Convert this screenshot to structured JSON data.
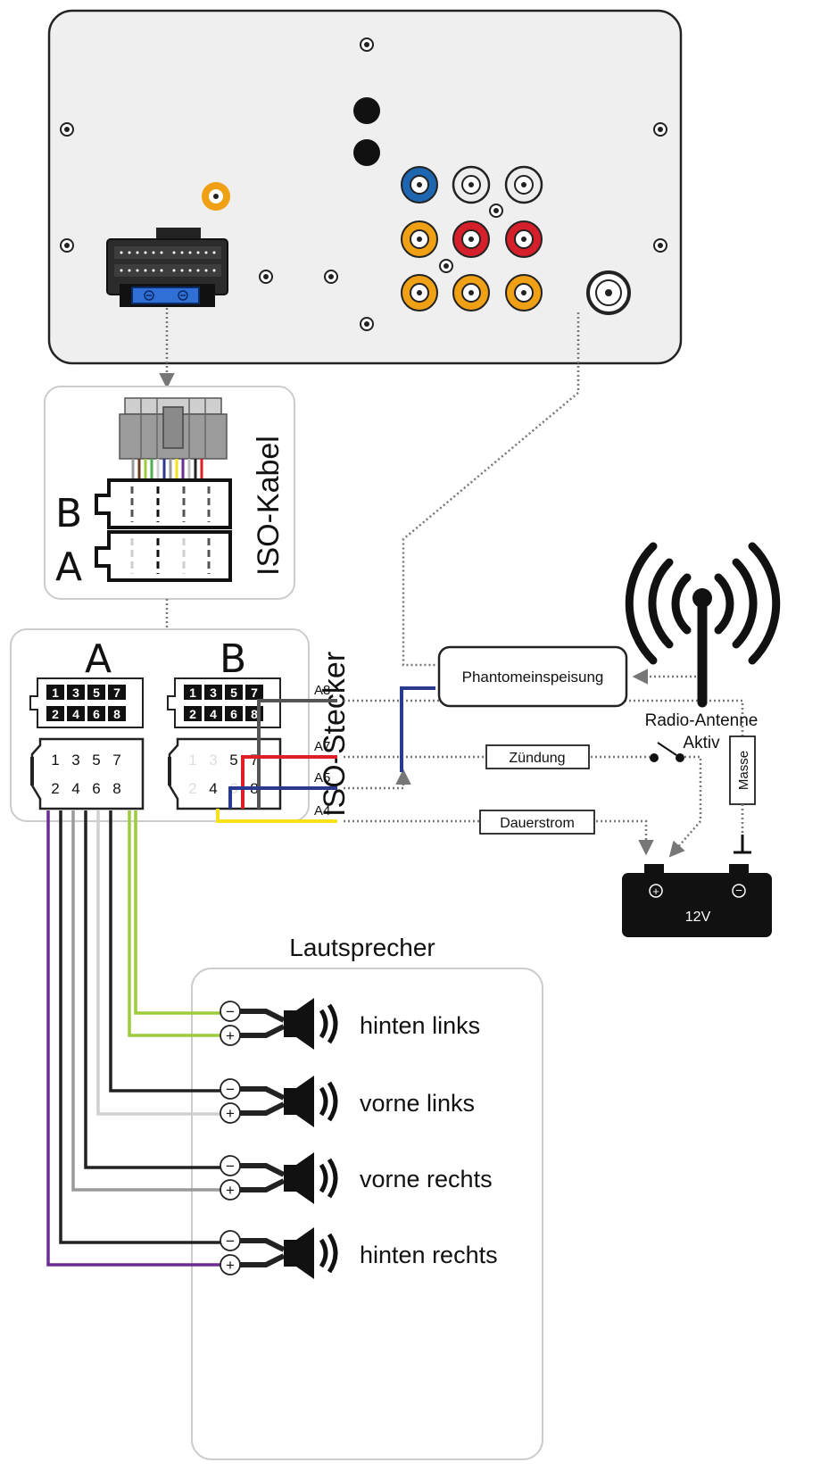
{
  "iso_cable": {
    "title": "ISO-Kabel",
    "label_b": "B",
    "label_a": "A"
  },
  "iso_connector": {
    "title": "ISO-Stecker",
    "block_a_label": "A",
    "block_b_label": "B",
    "pin_rows": [
      [
        "1",
        "3",
        "5",
        "7"
      ],
      [
        "2",
        "4",
        "6",
        "8"
      ]
    ]
  },
  "antenna": {
    "phantom_feed_label": "Phantomeinspeisung",
    "antenna_label_line1": "Radio-Antenne",
    "antenna_label_line2": "Aktiv"
  },
  "power": {
    "wire_labels": [
      "A8",
      "A7",
      "A5",
      "A4"
    ],
    "ignition_label": "Zündung",
    "permanent_label": "Dauerstrom",
    "ground_label": "Masse",
    "battery_label": "12V",
    "battery_plus": "+",
    "battery_minus": "−"
  },
  "speakers": {
    "title": "Lautsprecher",
    "minus_sign": "−",
    "plus_sign": "+",
    "items": [
      "hinten links",
      "vorne links",
      "vorne rechts",
      "hinten rechts"
    ]
  },
  "colors": {
    "wire_black": "#222222",
    "wire_red": "#e01e25",
    "wire_blue": "#2a3a8f",
    "wire_yellow": "#f5e21a",
    "wire_purple": "#6b2d91",
    "wire_green": "#9ccc3c",
    "wire_gray": "#9a9a9a",
    "wire_lightgray": "#d0d0d0",
    "rca_orange": "#f0a014",
    "rca_red": "#d51f2b",
    "rca_blue": "#1e66b0",
    "panel_fill": "#efefef"
  },
  "icons": [
    "antenna-icon",
    "speaker-icon",
    "battery-icon",
    "switch-icon",
    "rca-jack-icon",
    "screw-icon"
  ]
}
